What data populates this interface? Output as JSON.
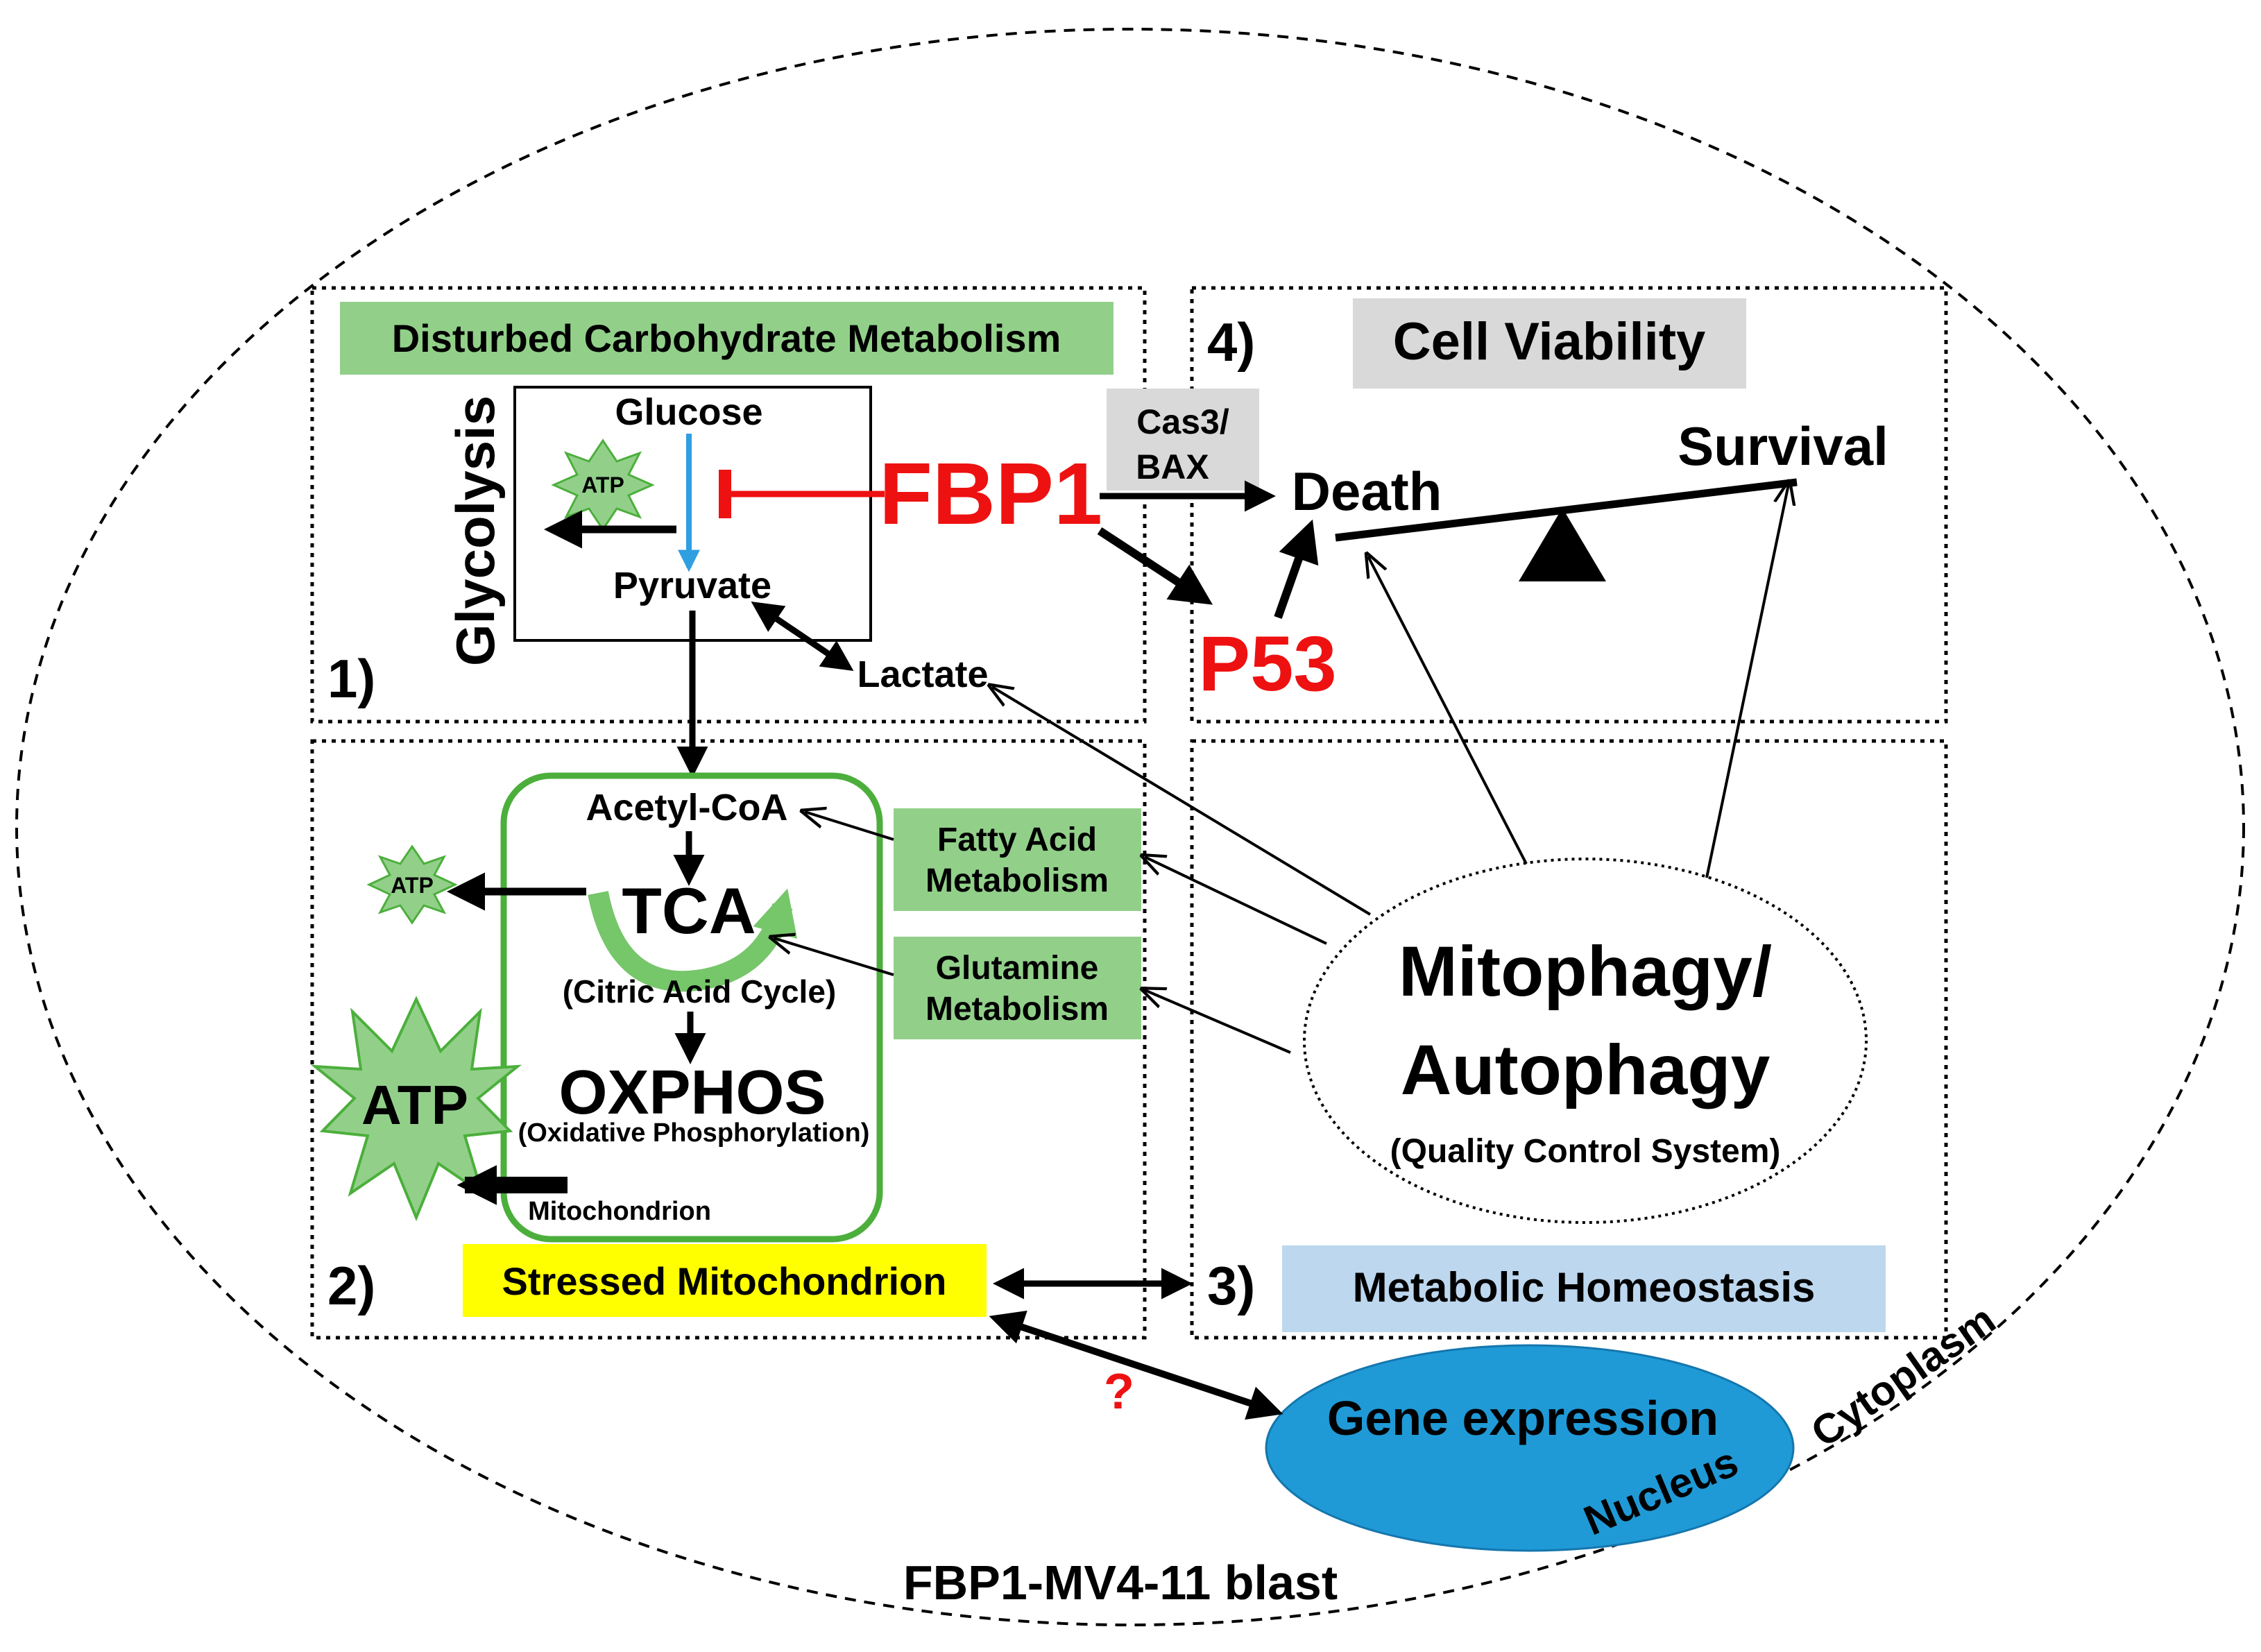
{
  "colors": {
    "red": "#ee1111",
    "green_box": "#92d08a",
    "green_line": "#4caf3c",
    "gray_box": "#d9d9d9",
    "yellow_box": "#ffff00",
    "blue_box": "#bdd7ee",
    "nucleus": "#1f9ad6",
    "glycolysis_arrow": "#2f9fe0"
  },
  "cell": {
    "label": "FBP1-MV4-11 blast",
    "cytoplasm_label": "Cytoplasm",
    "nucleus_label": "Nucleus",
    "gene_expression": "Gene expression",
    "question_mark": "?"
  },
  "panel1": {
    "number": "1)",
    "title": "Disturbed Carbohydrate Metabolism",
    "glycolysis_label": "Glycolysis",
    "glucose": "Glucose",
    "pyruvate": "Pyruvate",
    "lactate": "Lactate",
    "atp_small": "ATP"
  },
  "panel2": {
    "number": "2)",
    "acetyl_coa": "Acetyl-CoA",
    "tca": "TCA",
    "tca_full": "(Citric Acid Cycle)",
    "oxphos": "OXPHOS",
    "oxphos_full": "(Oxidative Phosphorylation)",
    "mitochondrion": "Mitochondrion",
    "atp_tca": "ATP",
    "atp_big": "ATP",
    "fatty_acid": [
      "Fatty Acid",
      "Metabolism"
    ],
    "glutamine": [
      "Glutamine",
      "Metabolism"
    ],
    "stressed": "Stressed Mitochondrion"
  },
  "panel3": {
    "number": "3)",
    "homeostasis": "Metabolic Homeostasis",
    "mitophagy": [
      "Mitophagy/",
      "Autophagy"
    ],
    "quality_control": "(Quality Control System)"
  },
  "panel4": {
    "number": "4)",
    "title": "Cell Viability",
    "cas3_bax": [
      "Cas3/",
      "BAX"
    ],
    "death": "Death",
    "survival": "Survival"
  },
  "fbp1": "FBP1",
  "p53": "P53"
}
